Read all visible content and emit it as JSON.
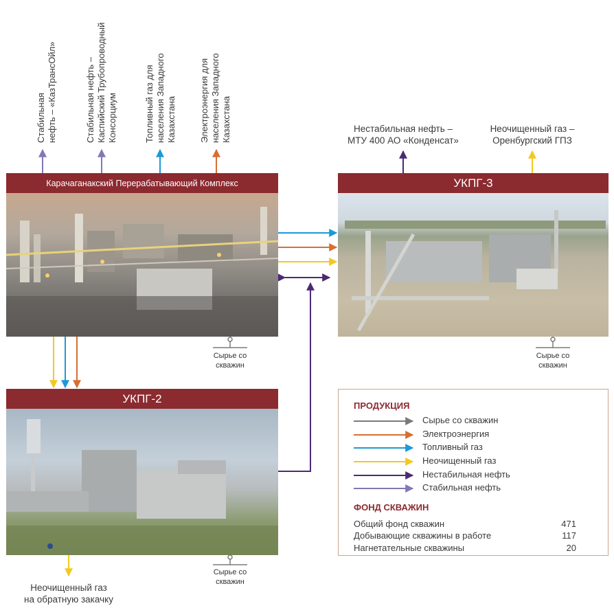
{
  "colors": {
    "raw": "#7a7a7a",
    "power": "#d66f32",
    "fuel": "#1c9ad6",
    "raw_gas": "#f2c920",
    "unstable_oil": "#4b2a73",
    "stable_oil": "#7f79b4",
    "header_bar": "#8b2a2f"
  },
  "top_outputs": [
    {
      "text": "Стабильная\nнефть – «КазТрансОйл»",
      "color_key": "stable_oil"
    },
    {
      "text": "Стабильная нефть –\nКаспийский Трубопроводный\nКонсорциум",
      "color_key": "stable_oil"
    },
    {
      "text": "Топливный газ для\nнаселения Западного\nКазахстана",
      "color_key": "fuel"
    },
    {
      "text": "Электроэнергия для\nнаселения Западного\nКазахстана",
      "color_key": "power"
    }
  ],
  "ukpg3_outputs": [
    {
      "text": "Нестабильная нефть –\nМТУ 400 АО «Конденсат»",
      "color_key": "unstable_oil"
    },
    {
      "text": "Неочищенный газ –\nОренбургский ГПЗ",
      "color_key": "raw_gas"
    }
  ],
  "facilities": {
    "kpk": "Карачаганакский Перерабатывающий Комплекс",
    "ukpg3": "УКПГ-3",
    "ukpg2": "УКПГ-2"
  },
  "source_label": "Сырье со\nскважин",
  "bottom_output": "Неочищенный газ\nна обратную закачку",
  "legend": {
    "products_title": "ПРОДУКЦИЯ",
    "items": [
      {
        "label": "Сырье со скважин",
        "color_key": "raw"
      },
      {
        "label": "Электроэнергия",
        "color_key": "power"
      },
      {
        "label": "Топливный газ",
        "color_key": "fuel"
      },
      {
        "label": "Неочищенный газ",
        "color_key": "raw_gas"
      },
      {
        "label": "Нестабильная нефть",
        "color_key": "unstable_oil"
      },
      {
        "label": "Стабильная нефть",
        "color_key": "stable_oil"
      }
    ],
    "wells_title": "ФОНД СКВАЖИН",
    "wells": [
      {
        "label": "Общий фонд скважин",
        "value": "471"
      },
      {
        "label": "Добывающие скважины в работе",
        "value": "117"
      },
      {
        "label": "Нагнетательные скважины",
        "value": "20"
      }
    ]
  }
}
